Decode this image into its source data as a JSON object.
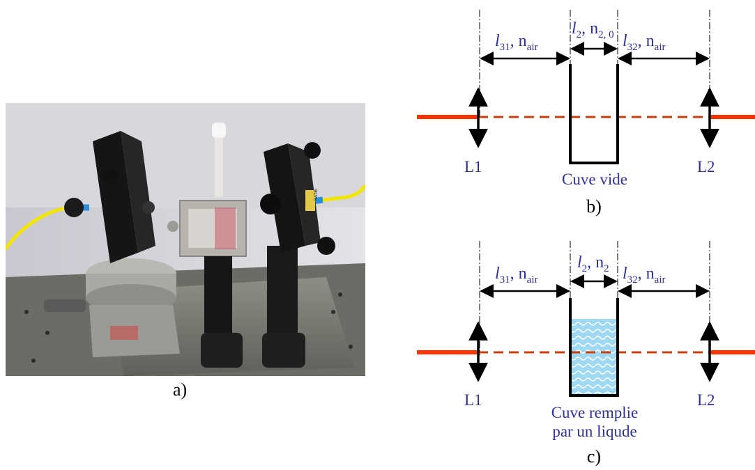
{
  "figure": {
    "caption_a": "a)",
    "caption_b": "b)",
    "caption_c": "c)"
  },
  "panel_b": {
    "seg_left": {
      "l": "l",
      "sub": "31",
      "n": ", n",
      "nsub": "air"
    },
    "seg_mid": {
      "l": "l",
      "sub": "2",
      "n": ", n",
      "nsub": "2, 0"
    },
    "seg_right": {
      "l": "l",
      "sub": "32",
      "n": ", n",
      "nsub": "air"
    },
    "lens_left": "L1",
    "lens_right": "L2",
    "cell_label": "Cuve vide"
  },
  "panel_c": {
    "seg_left": {
      "l": "l",
      "sub": "31",
      "n": ", n",
      "nsub": "air"
    },
    "seg_mid": {
      "l": "l",
      "sub": "2",
      "n": ", n",
      "nsub": "2"
    },
    "seg_right": {
      "l": "l",
      "sub": "32",
      "n": ", n",
      "nsub": "air"
    },
    "lens_left": "L1",
    "lens_right": "L2",
    "cell_label_line1": "Cuve remplie",
    "cell_label_line2": "par un liqude"
  },
  "colors": {
    "beam": "#ff3300",
    "label_text": "#2e3192",
    "liquid": "#9fd8f2",
    "liquid_wave": "#ffffff"
  },
  "photo_label": "SATIE"
}
